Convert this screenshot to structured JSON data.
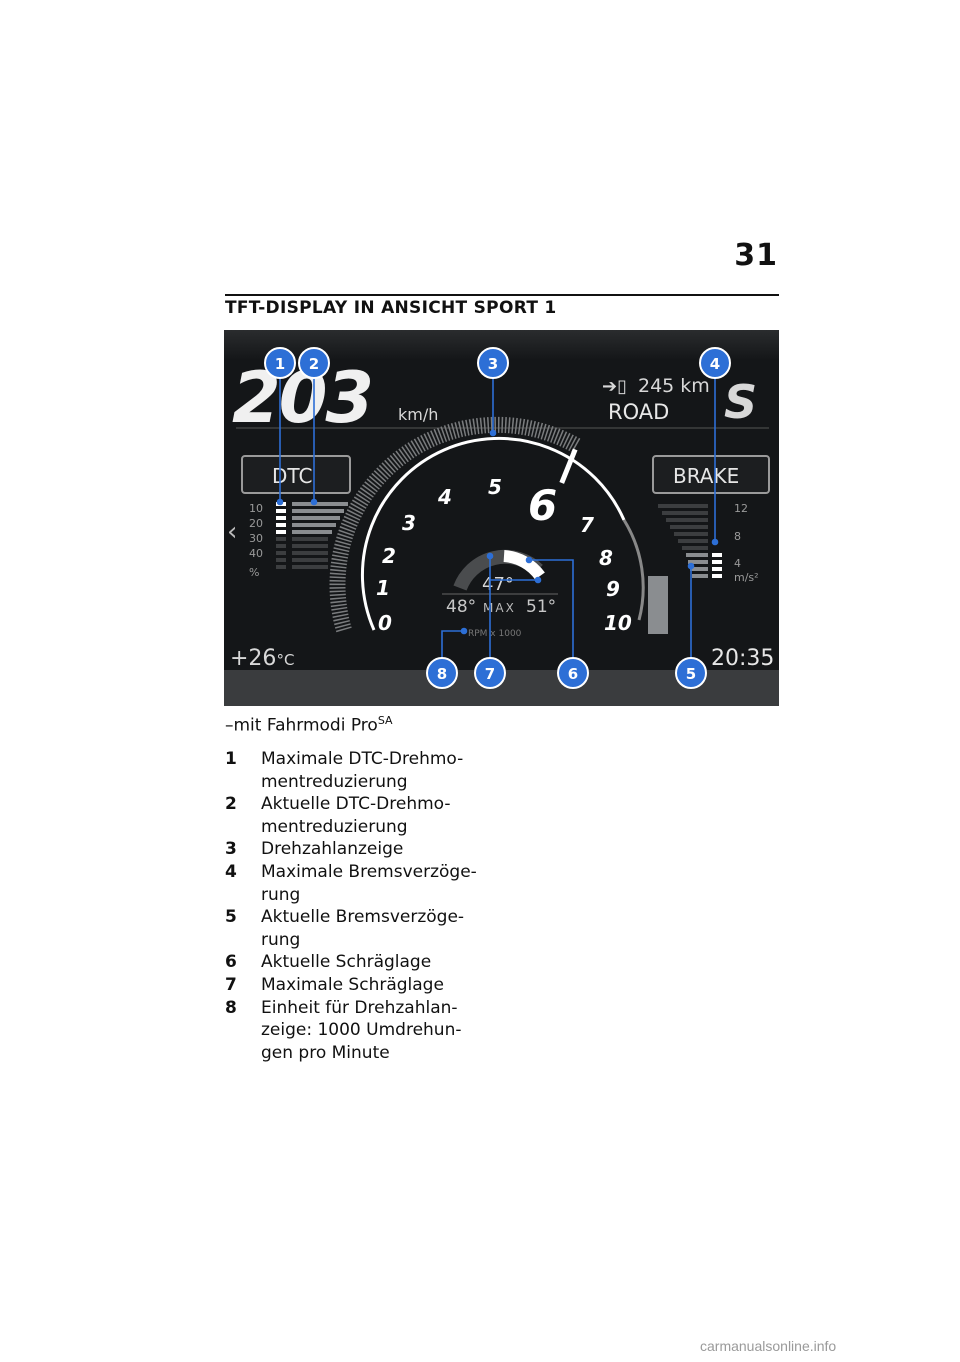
{
  "page": {
    "number": "31",
    "title": "TFT-DISPLAY IN ANSICHT SPORT 1"
  },
  "display": {
    "speed": "203",
    "speed_unit": "km/h",
    "range_value": "245 km",
    "ride_mode": "ROAD",
    "mode_badge": "S",
    "dtc_label": "DTC",
    "dtc_scale": [
      "10",
      "20",
      "30",
      "40",
      "%"
    ],
    "brake_label": "BRAKE",
    "brake_scale": [
      "12",
      "8",
      "4",
      "m/s²"
    ],
    "tach_numbers": [
      "0",
      "1",
      "2",
      "3",
      "4",
      "5",
      "6",
      "7",
      "8",
      "9",
      "10"
    ],
    "current_lean": "47°",
    "max_lean_left": "48°",
    "max_label": "MAX",
    "max_lean_right": "51°",
    "rpm_unit": "RPM x 1000",
    "temperature": "+26",
    "temperature_unit": "°C",
    "time": "20:35",
    "nav_left": "‹"
  },
  "callouts": [
    "1",
    "2",
    "3",
    "4",
    "5",
    "6",
    "7",
    "8"
  ],
  "caption": {
    "text": "–mit Fahrmodi Pro",
    "superscript": "SA"
  },
  "legend": [
    {
      "num": "1",
      "text": "Maximale DTC-Drehmo-\nmentreduzierung"
    },
    {
      "num": "2",
      "text": "Aktuelle DTC-Drehmo-\nmentreduzierung"
    },
    {
      "num": "3",
      "text": "Drehzahlanzeige"
    },
    {
      "num": "4",
      "text": "Maximale Bremsverzöge-\nrung"
    },
    {
      "num": "5",
      "text": "Aktuelle Bremsverzöge-\nrung"
    },
    {
      "num": "6",
      "text": "Aktuelle Schräglage"
    },
    {
      "num": "7",
      "text": "Maximale Schräglage"
    },
    {
      "num": "8",
      "text": "Einheit für Drehzahlan-\nzeige: 1000 Umdrehun-\ngen pro Minute"
    }
  ],
  "watermark": "carmanualsonline.info",
  "colors": {
    "screen_bg": "#121416",
    "callout_blue": "#2d6fd6",
    "accent_white": "#ffffff",
    "bar_gray": "#8a8d90"
  }
}
